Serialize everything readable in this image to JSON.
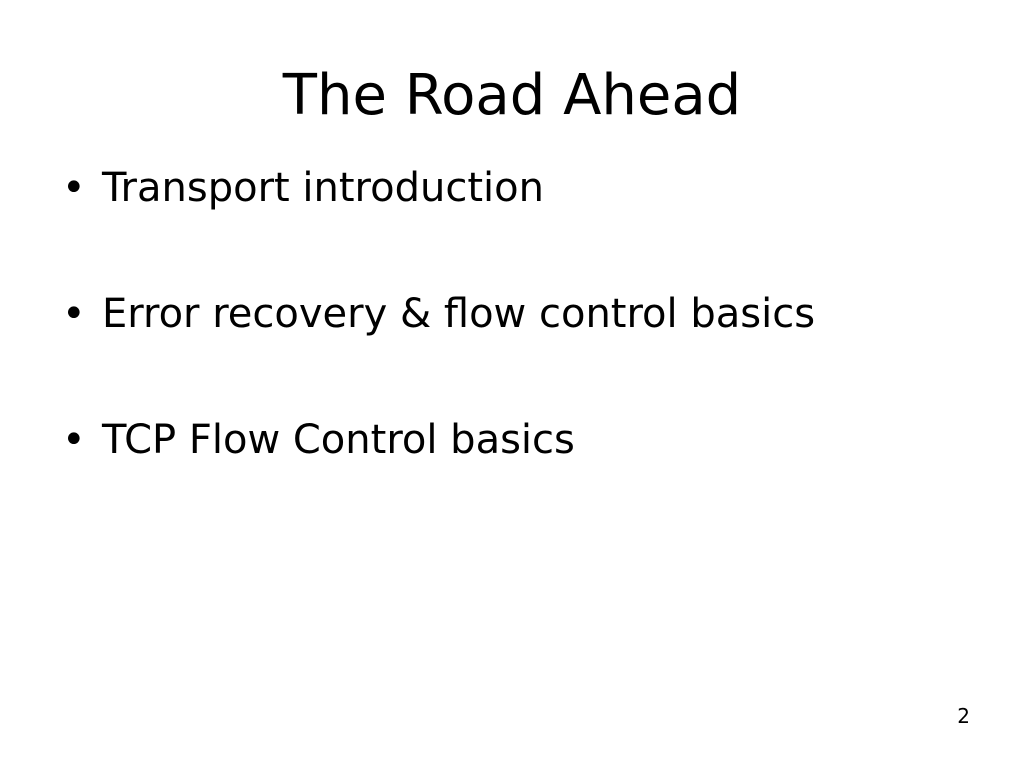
{
  "slide": {
    "title": "The Road Ahead",
    "bullets": [
      {
        "marker": "•",
        "text": "Transport introduction"
      },
      {
        "marker": "•",
        "text": "Error recovery & flow control basics"
      },
      {
        "marker": "•",
        "text": "TCP Flow Control basics"
      }
    ],
    "page_number": "2"
  }
}
